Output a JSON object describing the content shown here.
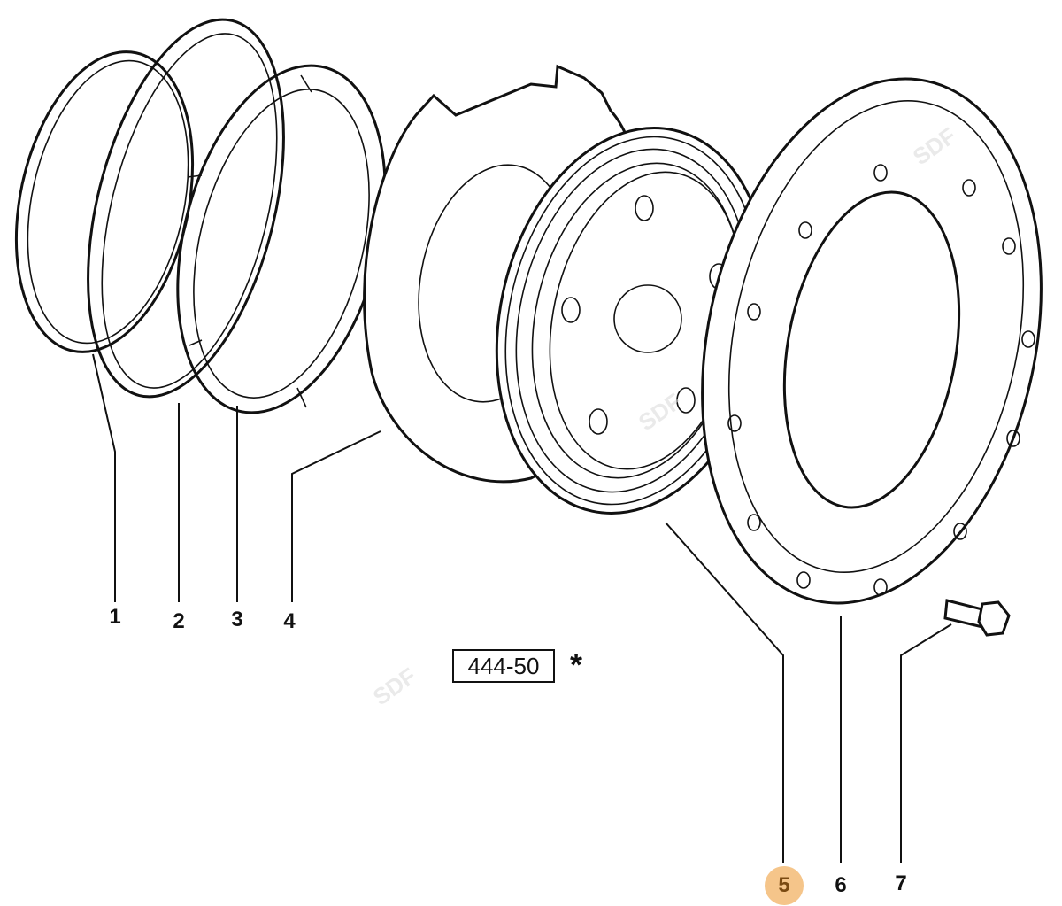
{
  "diagram": {
    "reference": "444-50",
    "reference_mark": "*",
    "watermark": "SDF",
    "highlighted_part": "5",
    "highlight_color": "#f5c58a",
    "parts": [
      {
        "number": "1"
      },
      {
        "number": "2"
      },
      {
        "number": "3"
      },
      {
        "number": "4"
      },
      {
        "number": "5"
      },
      {
        "number": "6"
      },
      {
        "number": "7"
      }
    ]
  }
}
